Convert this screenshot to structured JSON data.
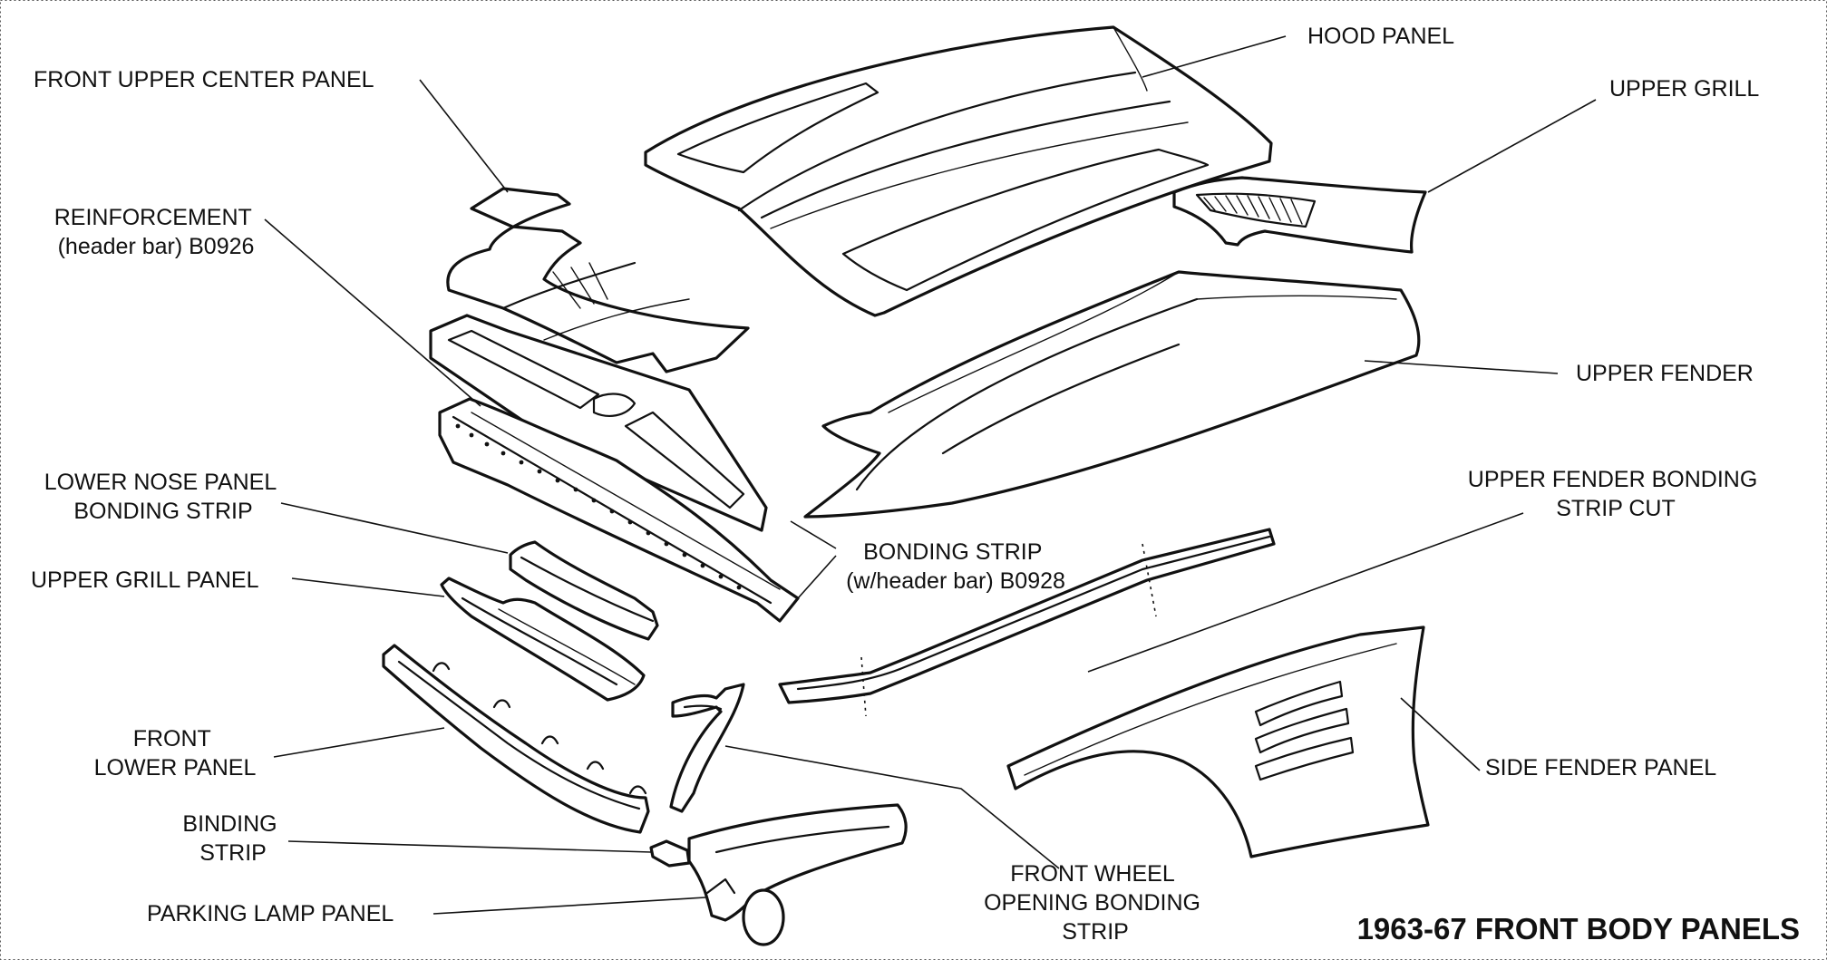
{
  "title": "1963-67 FRONT BODY PANELS",
  "labels": {
    "hood_panel": [
      "HOOD PANEL"
    ],
    "front_upper_center_panel": [
      "FRONT UPPER CENTER PANEL"
    ],
    "upper_grill": [
      "UPPER GRILL"
    ],
    "reinforcement": [
      "REINFORCEMENT",
      "(header bar)  B0926"
    ],
    "upper_fender": [
      "UPPER FENDER"
    ],
    "lower_nose_panel_bonding_strip": [
      "LOWER NOSE PANEL",
      "BONDING STRIP"
    ],
    "upper_fender_bonding_strip_cut": [
      "UPPER FENDER BONDING",
      "STRIP CUT"
    ],
    "bonding_strip_header_bar": [
      "BONDING STRIP",
      "(w/header bar)  B0928"
    ],
    "upper_grill_panel": [
      "UPPER GRILL PANEL"
    ],
    "front_lower_panel": [
      "FRONT",
      "LOWER PANEL"
    ],
    "side_fender_panel": [
      "SIDE FENDER PANEL"
    ],
    "binding_strip": [
      "BINDING",
      "STRIP"
    ],
    "front_wheel_opening_bonding_strip": [
      "FRONT WHEEL",
      "OPENING BONDING",
      "STRIP"
    ],
    "parking_lamp_panel": [
      "PARKING LAMP PANEL"
    ]
  }
}
